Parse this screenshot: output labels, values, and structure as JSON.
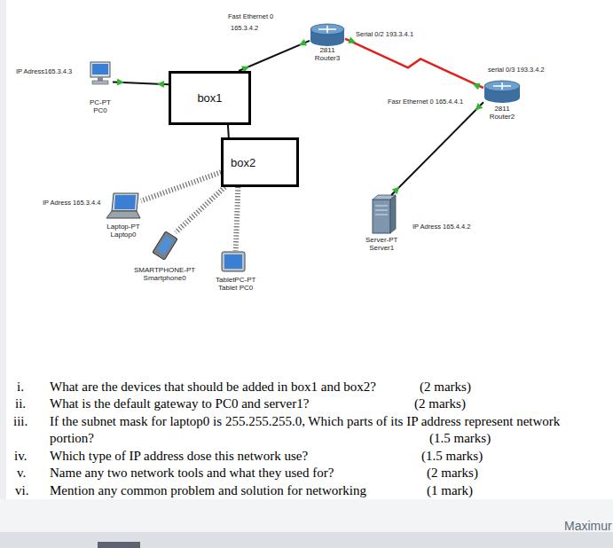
{
  "diagram": {
    "nodes": [
      {
        "text": [
          "2811",
          "Router3"
        ]
      },
      {
        "text": [
          "PC-PT",
          "PC0"
        ]
      },
      {
        "text": [
          "box1"
        ]
      },
      {
        "text": [
          "2811",
          "Router2"
        ]
      },
      {
        "text": [
          "box2"
        ]
      },
      {
        "text": [
          "Laptop-PT",
          "Laptop0"
        ]
      },
      {
        "text": [
          "Server-PT",
          "Server1"
        ]
      },
      {
        "text": [
          "SMARTPHONE-PT",
          "Smartphone0"
        ]
      },
      {
        "text": [
          "TabletPC-PT",
          "Tablet PC0"
        ]
      }
    ],
    "edges": [
      {
        "from": 2,
        "to": 0,
        "arrow": "none"
      },
      {
        "from": 0,
        "to": 3,
        "arrow": "none"
      },
      {
        "from": 3,
        "to": 6,
        "arrow": "none"
      },
      {
        "from": 1,
        "to": 2,
        "arrow": "none"
      },
      {
        "from": 2,
        "to": 4,
        "arrow": "none"
      },
      {
        "from": 4,
        "to": 5,
        "arrow": "none"
      },
      {
        "from": 4,
        "to": 7,
        "arrow": "none"
      },
      {
        "from": 4,
        "to": 8,
        "arrow": "none"
      }
    ],
    "labels": [
      "Fast Ethernet 0",
      "165.3.4.2",
      "Serial 0/2 193.3.4.1",
      "IP Adress165.3.4.3",
      "serial 0/3 193.3.4.2",
      "Fasr Ethernet 0 165.4.4.1",
      "IP Adress 165.3.4.4",
      "IP Adress 165.4.4.2",
      "i.",
      "What are the devices that should be added in box1 and box2?",
      "(2 marks)",
      "ii.",
      "What is the default gateway to PC0 and server1?",
      "(2 marks)",
      "iii.",
      "If the subnet mask for laptop0 is 255.255.255.0, Which parts of its IP address represent network portion?",
      "(1.5 marks)",
      "iv.",
      "Which type of IP address dose this network use?",
      "(1.5 marks)",
      "v.",
      "Name any two network tools and what they used for?",
      "(2 marks)",
      "vi.",
      "Mention any common problem and solution for networking",
      "(1 mark)",
      "Maximur"
    ]
  }
}
